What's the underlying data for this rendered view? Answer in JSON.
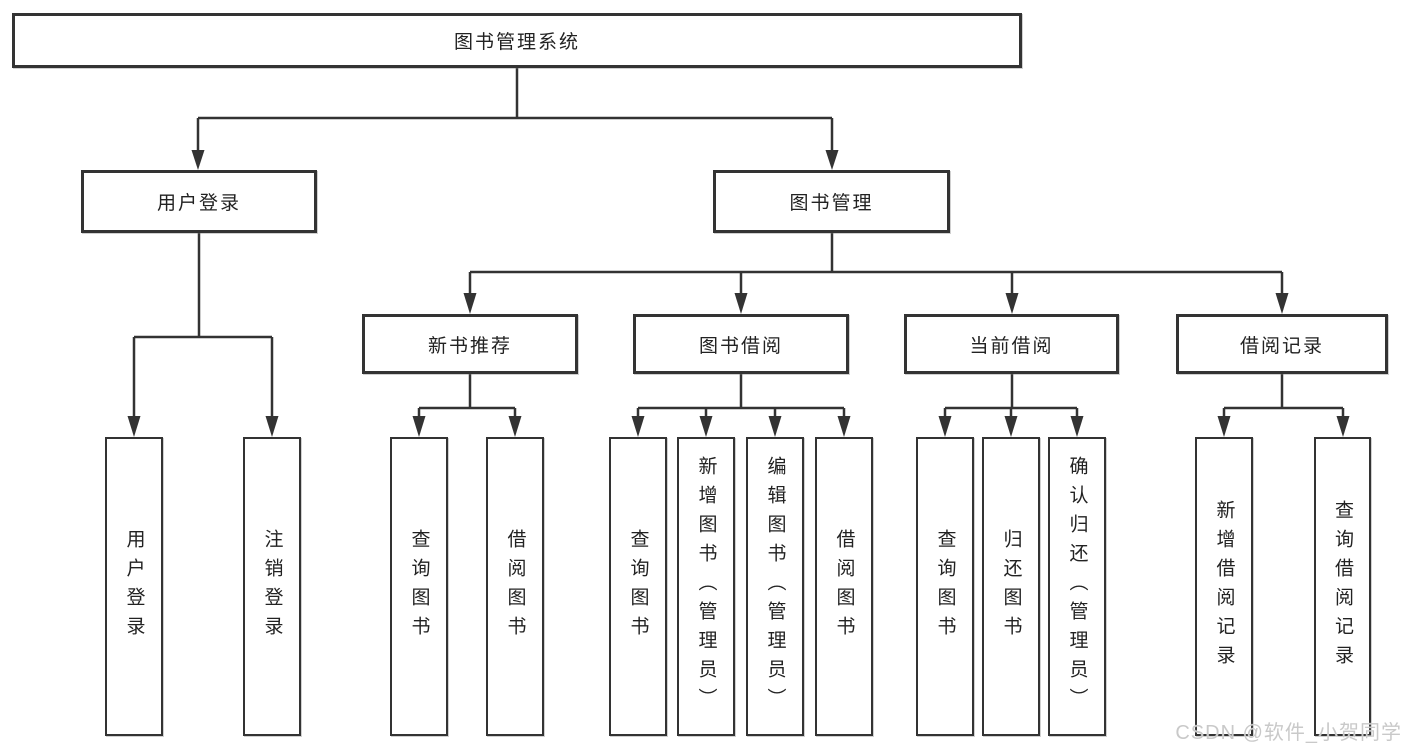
{
  "diagram_type": "hierarchy-tree",
  "tree": {
    "label": "图书管理系统",
    "children": [
      {
        "label": "用户登录",
        "children": [
          {
            "label": "用户登录"
          },
          {
            "label": "注销登录"
          }
        ]
      },
      {
        "label": "图书管理",
        "children": [
          {
            "label": "新书推荐",
            "children": [
              {
                "label": "查询图书"
              },
              {
                "label": "借阅图书"
              }
            ]
          },
          {
            "label": "图书借阅",
            "children": [
              {
                "label": "查询图书"
              },
              {
                "label": "新增图书（管理员）"
              },
              {
                "label": "编辑图书（管理员）"
              },
              {
                "label": "借阅图书"
              }
            ]
          },
          {
            "label": "当前借阅",
            "children": [
              {
                "label": "查询图书"
              },
              {
                "label": "归还图书"
              },
              {
                "label": "确认归还（管理员）"
              }
            ]
          },
          {
            "label": "借阅记录",
            "children": [
              {
                "label": "新增借阅记录"
              },
              {
                "label": "查询借阅记录"
              }
            ]
          }
        ]
      }
    ]
  },
  "watermark": {
    "text": "CSDN @软件_小贺同学"
  },
  "colors": {
    "line": "#333333",
    "box_border": "#333333",
    "box_fill": "#ffffff",
    "text": "#222222",
    "watermark": "#c9c9c9",
    "background": "#ffffff"
  }
}
